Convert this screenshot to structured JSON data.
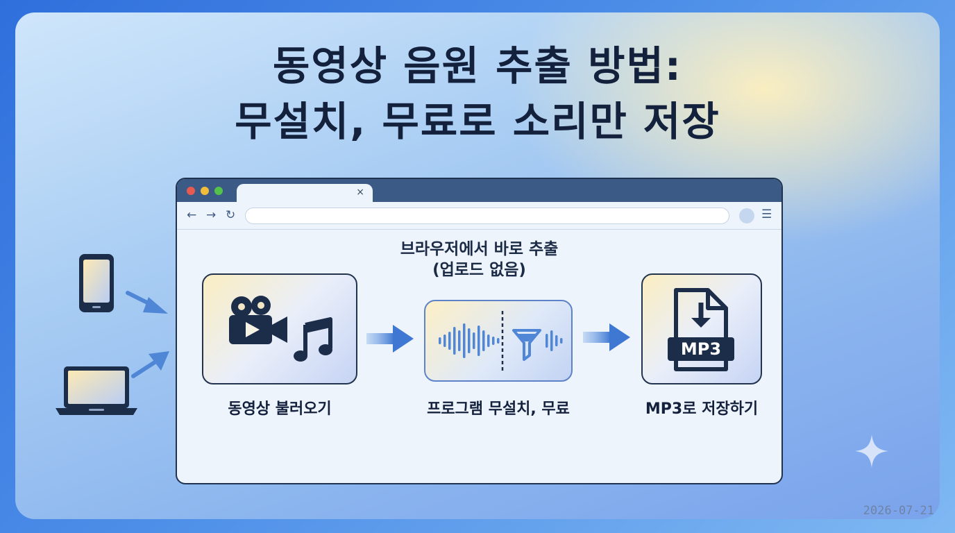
{
  "title": {
    "line1": "동영상 음원 추출 방법:",
    "line2": "무설치, 무료로 소리만 저장"
  },
  "browser": {
    "tab_close": "×",
    "back_icon": "←",
    "forward_icon": "→",
    "reload_icon": "↻",
    "menu_icon": "☰"
  },
  "flow": {
    "subtitle_line1": "브라우저에서 바로 추출",
    "subtitle_line2": "(업로드 없음)",
    "step1_label": "동영상 불러오기",
    "step2_label": "프로그램 무설치, 무료",
    "step3_label": "MP3로 저장하기",
    "mp3_badge": "MP3"
  },
  "footer": {
    "date": "2026-07-21"
  },
  "colors": {
    "ink": "#14213d",
    "arrow": "#4f86d6",
    "titlebar": "#3b5a86"
  }
}
